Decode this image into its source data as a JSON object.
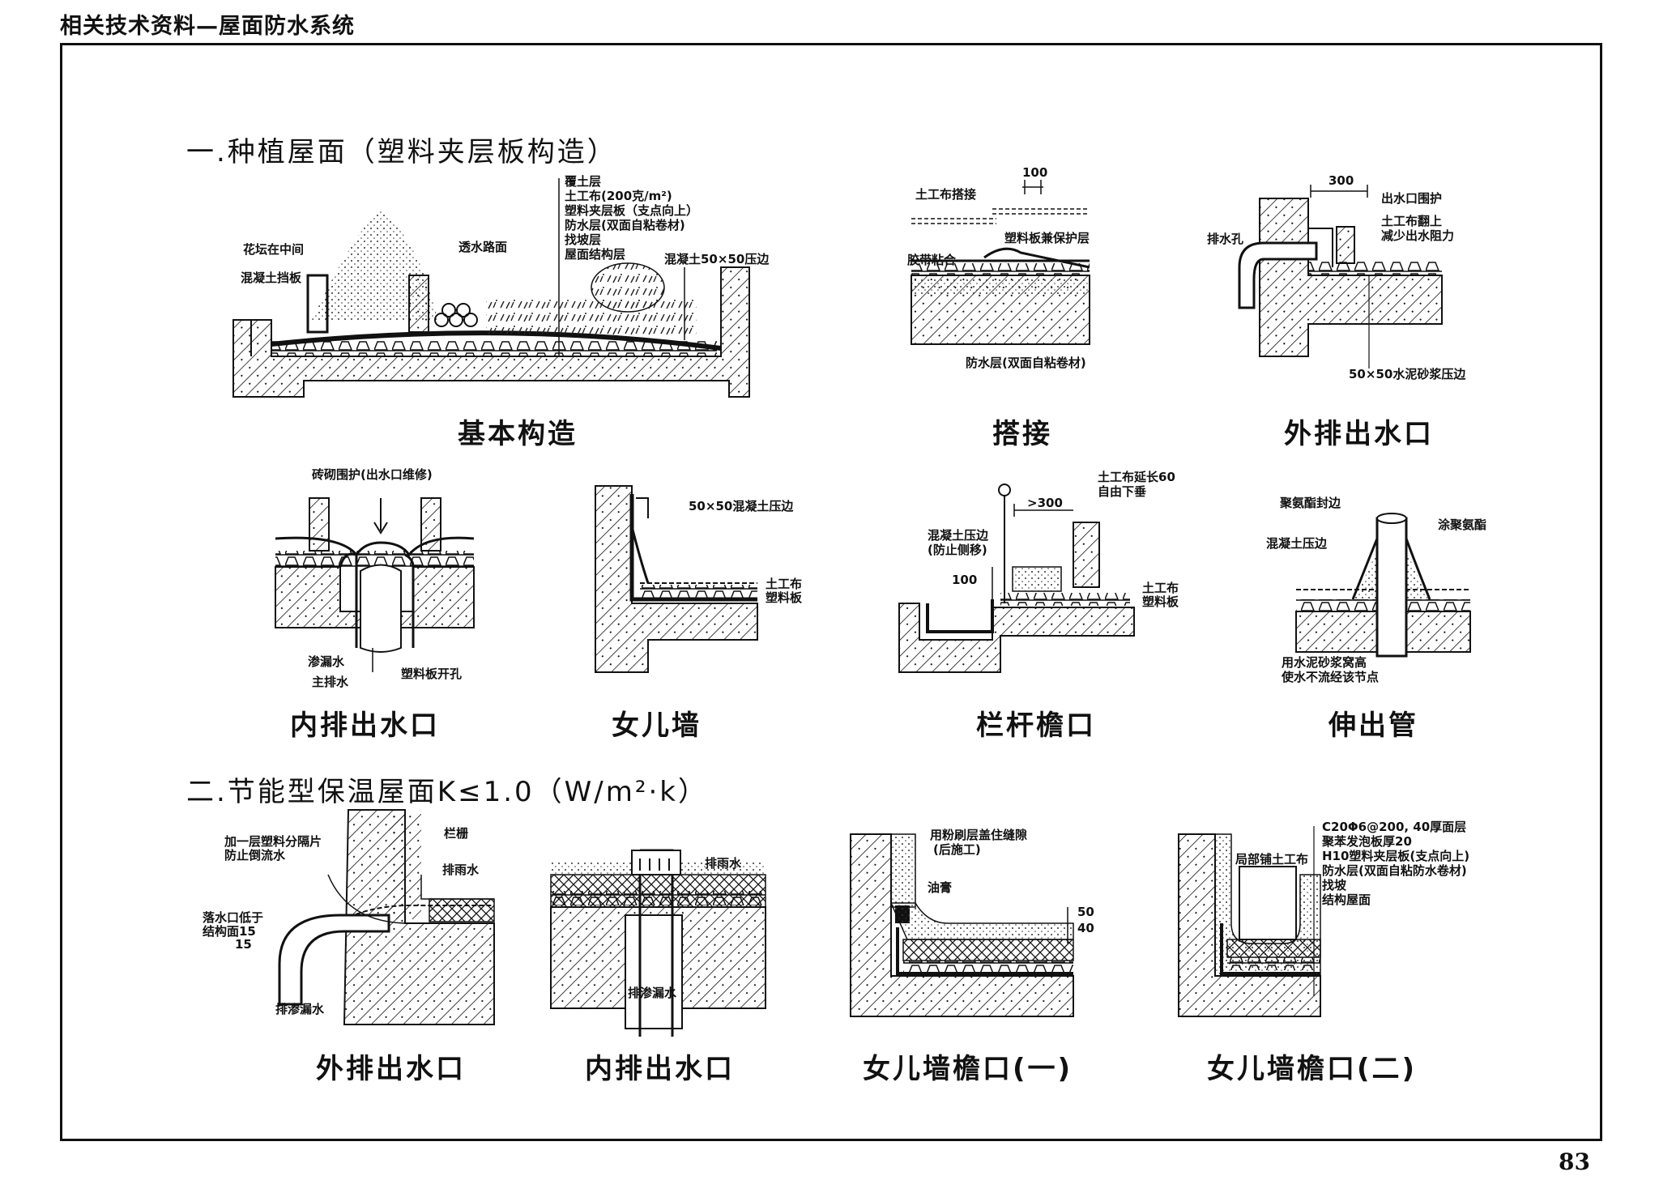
{
  "page_header": "相关技术资料—屋面防水系统",
  "page_number": "83",
  "section1": {
    "title": "一.种植屋面（塑料夹层板构造）",
    "figures": {
      "basic": {
        "caption": "基本构造",
        "labels": {
          "planter": "花坛在中间",
          "retaining": "混凝土挡板",
          "path": "透水路面",
          "edge": "混凝土50×50压边",
          "layers": [
            "覆土层",
            "土工布(200克/m²)",
            "塑料夹层板（支点向上）",
            "防水层(双面自粘卷材)",
            "找坡层",
            "屋面结构层"
          ]
        }
      },
      "lap": {
        "caption": "搭接",
        "labels": {
          "dim": "100",
          "geo_lap": "土工布搭接",
          "protect": "塑料板兼保护层",
          "tape": "胶带粘合",
          "membrane": "防水层(双面自粘卷材)"
        }
      },
      "outer_drain": {
        "caption": "外排出水口",
        "labels": {
          "dim": "300",
          "guard": "出水口围护",
          "geo": "土工布翻上",
          "geo2": "减少出水阻力",
          "hole": "排水孔",
          "edge": "50×50水泥砂浆压边"
        }
      },
      "inner_drain": {
        "caption": "内排出水口",
        "labels": {
          "guard": "砖砌围护(出水口维修)",
          "seep": "渗漏水",
          "main": "主排水",
          "hole": "塑料板开孔"
        }
      },
      "parapet": {
        "caption": "女儿墙",
        "labels": {
          "edge": "50×50混凝土压边",
          "geo": "土工布",
          "plastic": "塑料板"
        }
      },
      "railing": {
        "caption": "栏杆檐口",
        "labels": {
          "geo": "土工布延长60",
          "geo2": "自由下垂",
          "dim300": ">300",
          "edge": "混凝土压边",
          "edge2": "(防止侧移)",
          "dim100": "100",
          "geo_r": "土工布",
          "plastic": "塑料板"
        }
      },
      "pipe": {
        "caption": "伸出管",
        "labels": {
          "seal": "聚氨酯封边",
          "coat": "涂聚氨酯",
          "edge": "混凝土压边",
          "note1": "用水泥砂浆窝高",
          "note2": "使水不流经该节点"
        }
      }
    }
  },
  "section2": {
    "title": "二.节能型保温屋面K≤1.0（W/m²·k）",
    "figures": {
      "outer_drain": {
        "caption": "外排出水口",
        "labels": {
          "sep": "加一层塑料分隔片",
          "sep2": "防止倒流水",
          "grate": "栏栅",
          "drain": "排雨水",
          "low": "落水口低于",
          "low2": "结构面15",
          "dim": "15",
          "seep": "排渗漏水"
        }
      },
      "inner_drain": {
        "caption": "内排出水口",
        "labels": {
          "drain": "排雨水",
          "seep": "排渗漏水"
        }
      },
      "parapet1": {
        "caption": "女儿墙檐口(一)",
        "labels": {
          "plaster": "用粉刷层盖住缝隙",
          "later": "(后施工)",
          "putty": "油膏",
          "d50": "50",
          "d40": "40"
        }
      },
      "parapet2": {
        "caption": "女儿墙檐口(二)",
        "labels": {
          "local": "局部铺土工布",
          "layers": [
            "C20Φ6@200, 40厚面层",
            "聚苯发泡板厚20",
            "H10塑料夹层板(支点向上)",
            "防水层(双面自粘防水卷材)",
            "找坡",
            "结构屋面"
          ]
        }
      }
    }
  }
}
